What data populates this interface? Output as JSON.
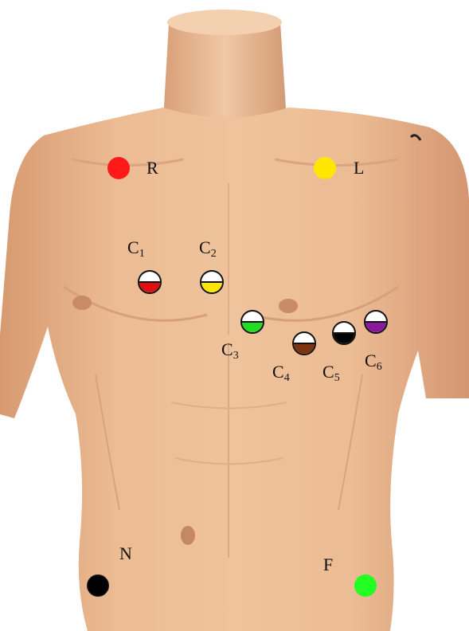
{
  "limb_electrodes": [
    {
      "id": "R",
      "label": "R",
      "color": "#ff1a1a"
    },
    {
      "id": "L",
      "label": "L",
      "color": "#ffe600"
    },
    {
      "id": "N",
      "label": "N",
      "color": "#000000"
    },
    {
      "id": "F",
      "label": "F",
      "color": "#22ff22"
    }
  ],
  "chest_electrodes": [
    {
      "id": "C1",
      "letter": "C",
      "index": "1",
      "color": "#e01010"
    },
    {
      "id": "C2",
      "letter": "C",
      "index": "2",
      "color": "#ffe600"
    },
    {
      "id": "C3",
      "letter": "C",
      "index": "3",
      "color": "#22dd22"
    },
    {
      "id": "C4",
      "letter": "C",
      "index": "4",
      "color": "#7a3510"
    },
    {
      "id": "C5",
      "letter": "C",
      "index": "5",
      "color": "#000000"
    },
    {
      "id": "C6",
      "letter": "C",
      "index": "6",
      "color": "#8a1a9a"
    }
  ],
  "skin_color": "#e8b48a"
}
